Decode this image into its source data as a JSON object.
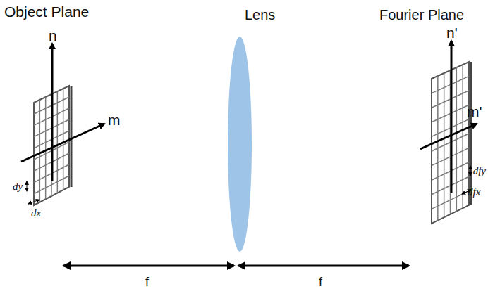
{
  "diagram": {
    "labels": [
      "Object Plane",
      "Lens",
      "Fourier Plane",
      "n",
      "m",
      "dy",
      "dx",
      "n'",
      "m'",
      "dfy",
      "dfx",
      "f",
      "f"
    ]
  }
}
